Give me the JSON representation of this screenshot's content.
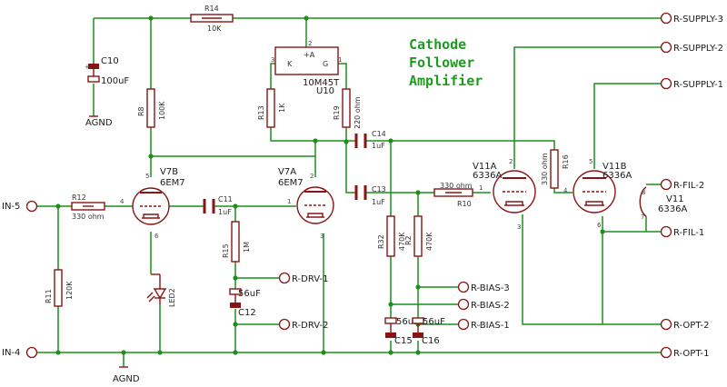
{
  "title_lines": [
    "Cathode",
    "Follower",
    "Amplifier"
  ],
  "connectors": {
    "in5": "IN-5",
    "in4": "IN-4",
    "supply3": "R-SUPPLY-3",
    "supply2": "R-SUPPLY-2",
    "supply1": "R-SUPPLY-1",
    "fil2": "R-FIL-2",
    "fil1": "R-FIL-1",
    "drv1": "R-DRV-1",
    "drv2": "R-DRV-2",
    "bias3": "R-BIAS-3",
    "bias2": "R-BIAS-2",
    "bias1": "R-BIAS-1",
    "opt2": "R-OPT-2",
    "opt1": "R-OPT-1"
  },
  "grounds": [
    "AGND",
    "AGND"
  ],
  "components": {
    "r14": {
      "name": "R14",
      "value": "10K"
    },
    "r12": {
      "name": "R12",
      "value": "330 ohm"
    },
    "r11": {
      "name": "R11",
      "value": "120K"
    },
    "r8": {
      "name": "R8",
      "value": "100K"
    },
    "r13": {
      "name": "R13",
      "value": "1K"
    },
    "r19": {
      "name": "R19",
      "value": "220 ohm"
    },
    "r15": {
      "name": "R15",
      "value": "1M"
    },
    "r10": {
      "name": "R10",
      "value": "330 ohm"
    },
    "r16": {
      "name": "R16",
      "value": "330 ohm"
    },
    "r32": {
      "name": "R32",
      "value": "470K"
    },
    "r2": {
      "name": "R2",
      "value": "470K"
    },
    "c10": {
      "name": "C10",
      "value": "100uF"
    },
    "c11": {
      "name": "C11",
      "value": "1uF"
    },
    "c12": {
      "name": "C12",
      "value": "56uF"
    },
    "c13": {
      "name": "C13",
      "value": "1uF"
    },
    "c14": {
      "name": "C14",
      "value": "1uF"
    },
    "c15": {
      "name": "C15",
      "value": "56uF"
    },
    "c16": {
      "name": "C16",
      "value": "56uF"
    },
    "u10": {
      "name": "U10",
      "value": "10M45T",
      "pins": [
        "K",
        "+A",
        "G"
      ]
    },
    "led2": {
      "name": "LED2"
    },
    "v7b": {
      "name": "V7B",
      "value": "6EM7"
    },
    "v7a": {
      "name": "V7A",
      "value": "6EM7"
    },
    "v11a": {
      "name": "V11A",
      "value": "6336A"
    },
    "v11b": {
      "name": "V11B",
      "value": "6336A"
    },
    "v11": {
      "name": "V11",
      "value": "6336A"
    }
  },
  "colors": {
    "wire": "#1d8f1d",
    "symbol": "#8a1414",
    "title": "#1f9a1f"
  }
}
